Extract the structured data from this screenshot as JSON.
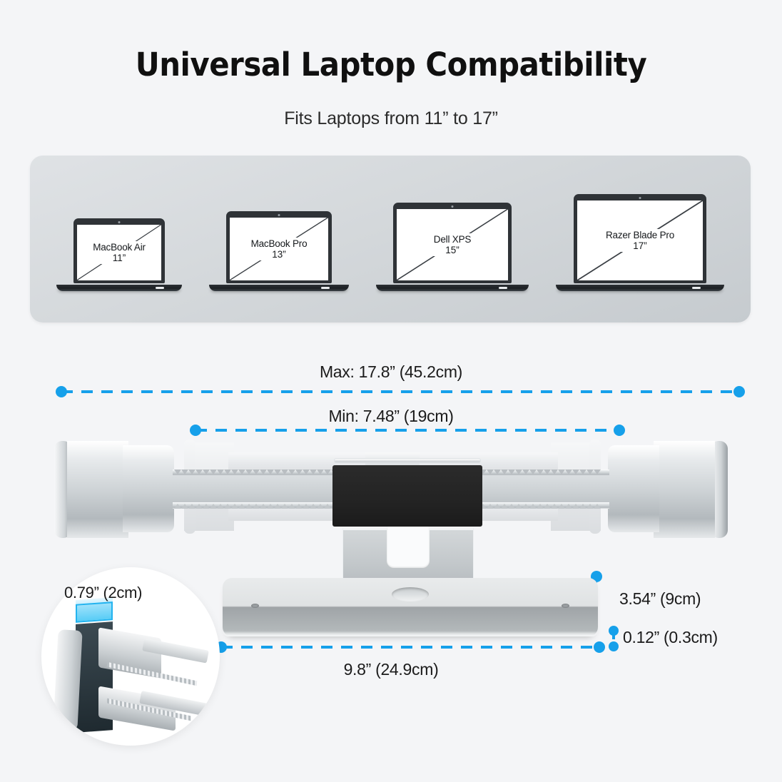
{
  "header": {
    "title": "Universal Laptop Compatibility",
    "subtitle": "Fits Laptops from 11” to 17”"
  },
  "compatibility_panel": {
    "laptops": [
      {
        "name": "MacBook Air",
        "size": "11”"
      },
      {
        "name": "MacBook Pro",
        "size": "13”"
      },
      {
        "name": "Dell XPS",
        "size": "15”"
      },
      {
        "name": "Razer Blade Pro",
        "size": "17”"
      }
    ]
  },
  "dimensions": {
    "max_width": "Max: 17.8” (45.2cm)",
    "min_width": "Min: 7.48” (19cm)",
    "base_width": "9.8” (24.9cm)",
    "height": "3.54” (9cm)",
    "base_thickness": "0.12” (0.3cm)",
    "clamp_depth": "0.79” (2cm)"
  },
  "colors": {
    "background": "#f4f5f7",
    "accent_blue": "#16a0ea",
    "panel_gray": "#d4d8db",
    "text_dark": "#1b1b1b"
  }
}
